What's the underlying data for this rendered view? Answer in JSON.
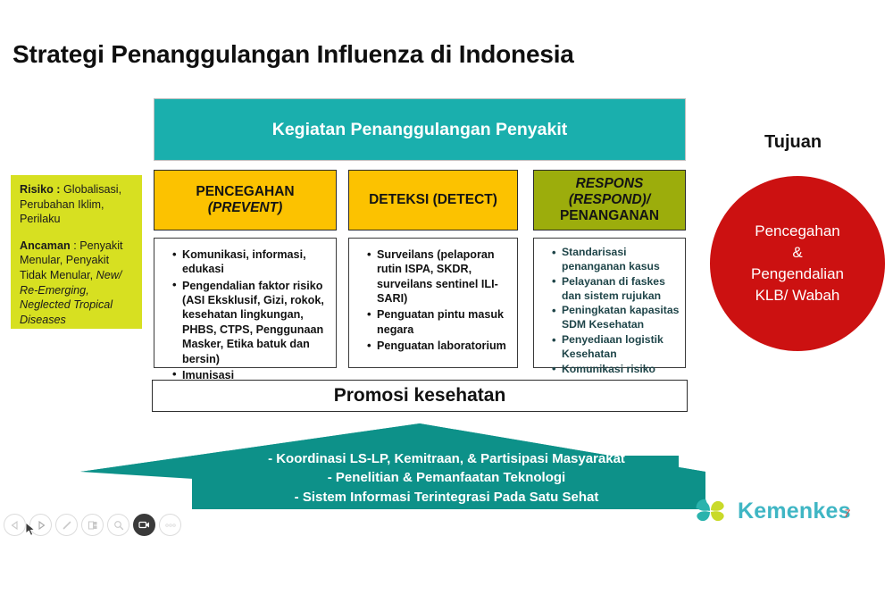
{
  "slide": {
    "title": "Strategi Penanggulangan Influenza di Indonesia",
    "page_number": "7"
  },
  "risk_box": {
    "risk_label": "Risiko :",
    "risk_text": " Globalisasi, Perubahan Iklim, Perilaku",
    "threat_label": "Ancaman",
    "threat_text_1": " : Penyakit Menular, Penyakit Tidak Menular, ",
    "threat_text_italic": "New/ Re-Emerging, Neglected Tropical Diseases",
    "bg_color": "#d7e021"
  },
  "activities": {
    "header": "Kegiatan Penanggulangan Penyakit",
    "header_color": "#1aafad"
  },
  "pillars": [
    {
      "id": "prevent",
      "head_line1": "PENCEGAHAN",
      "head_line2": "(PREVENT)",
      "head_color": "#fcc200",
      "items": [
        "Komunikasi, informasi, edukasi",
        "Pengendalian faktor risiko (ASI Eksklusif, Gizi, rokok, kesehatan lingkungan, PHBS, CTPS, Penggunaan Masker, Etika batuk dan bersin)",
        "Imunisasi"
      ]
    },
    {
      "id": "detect",
      "head_line1": "DETEKSI (DETECT)",
      "head_line2": "",
      "head_color": "#fcc200",
      "items": [
        "Surveilans (pelaporan rutin ISPA, SKDR, surveilans sentinel ILI-SARI)",
        "Penguatan pintu masuk negara",
        "Penguatan laboratorium"
      ]
    },
    {
      "id": "respond",
      "head_line1": "RESPONS (RESPOND)/",
      "head_line2": "PENANGANAN",
      "head_color": "#9cad0c",
      "items": [
        "Standarisasi penanganan kasus",
        "Pelayanan di faskes dan sistem rujukan",
        "Peningkatan  kapasitas SDM Kesehatan",
        "Penyediaan logistik Kesehatan",
        "Komunikasi risiko"
      ]
    }
  ],
  "promosi": {
    "label": "Promosi kesehatan"
  },
  "banner": {
    "color": "#0d9189",
    "lines": [
      "-    Koordinasi LS-LP, Kemitraan, & Partisipasi Masyarakat",
      "-    Penelitian & Pemanfaatan Teknologi",
      "-    Sistem Informasi Terintegrasi Pada Satu Sehat"
    ]
  },
  "goal": {
    "label": "Tujuan",
    "circle_text_line1": "Pencegahan",
    "circle_text_line2": "&",
    "circle_text_line3": "Pengendalian",
    "circle_text_line4": "KLB/ Wabah",
    "circle_color": "#cc1111"
  },
  "logo": {
    "wordmark": "Kemenkes",
    "teal": "#2bb3ad",
    "green": "#c9da2a"
  },
  "toolbar": {
    "buttons": [
      {
        "name": "previous-slide",
        "icon": "triangle-left-icon"
      },
      {
        "name": "next-slide",
        "icon": "triangle-right-icon"
      },
      {
        "name": "pen-tool",
        "icon": "pen-icon"
      },
      {
        "name": "all-slides",
        "icon": "grid-slides-icon"
      },
      {
        "name": "zoom-tool",
        "icon": "magnifier-icon"
      },
      {
        "name": "record-video",
        "icon": "video-camera-icon"
      },
      {
        "name": "more-options",
        "icon": "ellipsis-icon"
      }
    ]
  }
}
